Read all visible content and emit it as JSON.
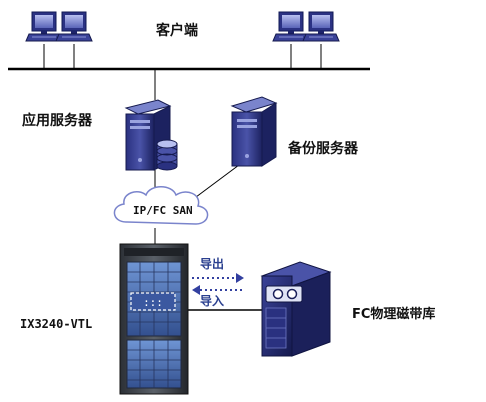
{
  "labels": {
    "clients": "客户端",
    "app_server": "应用服务器",
    "backup_server": "备份服务器",
    "san": "IP/FC SAN",
    "vtl": "IX3240-VTL",
    "tape_library": "FC物理磁带库",
    "export": "导出",
    "import": "导入"
  },
  "icons": {
    "client": "desktop-computer-icon",
    "server": "tower-server-icon",
    "disk": "disk-stack-icon",
    "cloud": "network-cloud-icon",
    "vtl": "storage-rack-icon",
    "tape": "tape-library-icon"
  },
  "colors": {
    "device_dark": "#1e2466",
    "device_mid": "#3a4298",
    "device_light": "#8a93d6",
    "vtl_panel": "#4d6fb0",
    "arrow": "#3340a0",
    "line": "#000000"
  }
}
